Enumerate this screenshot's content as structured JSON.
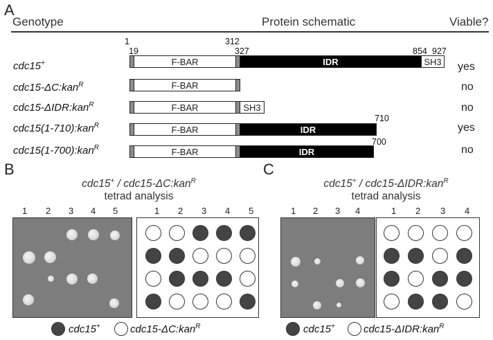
{
  "panelA": {
    "letter": "A",
    "header_genotype": "Genotype",
    "header_schematic": "Protein schematic",
    "header_viable": "Viable?",
    "positions": {
      "p1": "1",
      "p19": "19",
      "p312": "312",
      "p327": "327",
      "p854": "854",
      "p927": "927",
      "p710": "710",
      "p700": "700"
    },
    "rows": [
      {
        "base": "cdc15",
        "sup": "+",
        "sub_text": "",
        "viable": "yes"
      },
      {
        "base": "cdc15-ΔC:kan",
        "sup": "R",
        "viable": "no"
      },
      {
        "base": "cdc15-ΔIDR:kan",
        "sup": "R",
        "viable": "no"
      },
      {
        "base": "cdc15(1-710):kan",
        "sup": "R",
        "viable": "yes"
      },
      {
        "base": "cdc15(1-700):kan",
        "sup": "R",
        "viable": "no"
      }
    ],
    "domains": {
      "fbar": "F-BAR",
      "idr": "IDR",
      "sh3": "SH3"
    }
  },
  "panelB": {
    "letter": "B",
    "title_line1_a": "cdc15",
    "title_line1_sup1": "+",
    "title_line1_b": " / cdc15-ΔC:kan",
    "title_line1_sup2": "R",
    "title_line2": "tetrad analysis",
    "columns": [
      "1",
      "2",
      "3",
      "4",
      "5"
    ],
    "grid": [
      [
        0,
        0,
        1,
        1,
        1
      ],
      [
        1,
        1,
        0,
        0,
        0
      ],
      [
        0,
        1,
        1,
        1,
        0
      ],
      [
        1,
        0,
        0,
        0,
        1
      ]
    ],
    "legend_filled_base": "cdc15",
    "legend_filled_sup": "+",
    "legend_empty_base": "cdc15-ΔC:kan",
    "legend_empty_sup": "R"
  },
  "panelC": {
    "letter": "C",
    "title_line1_a": "cdc15",
    "title_line1_sup1": "+",
    "title_line1_b": " / cdc15-ΔIDR:kan",
    "title_line1_sup2": "R",
    "title_line2": "tetrad analysis",
    "columns": [
      "1",
      "2",
      "3",
      "4"
    ],
    "grid": [
      [
        0,
        0,
        0,
        0
      ],
      [
        1,
        1,
        0,
        1
      ],
      [
        1,
        0,
        1,
        1
      ],
      [
        0,
        1,
        1,
        0
      ]
    ],
    "legend_filled_base": "cdc15",
    "legend_filled_sup": "+",
    "legend_empty_base": "cdc15-ΔIDR:kan",
    "legend_empty_sup": "R"
  }
}
